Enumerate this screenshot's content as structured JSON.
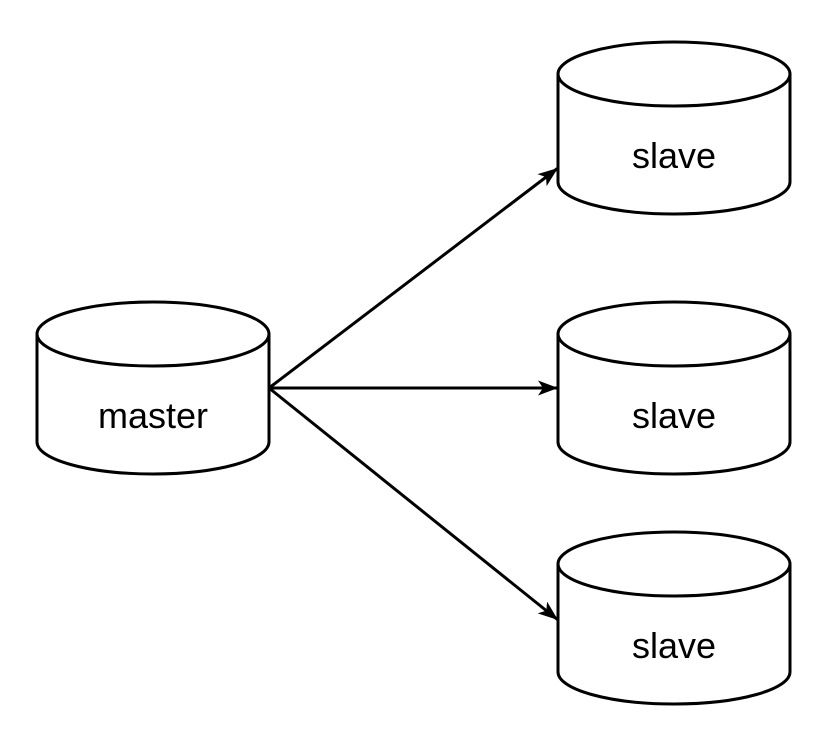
{
  "diagram": {
    "kind": "master-slave-replication",
    "background_color": "#ffffff",
    "stroke_color": "#000000",
    "node_fill_color": "#ffffff",
    "nodes": [
      {
        "id": "master",
        "label": "master",
        "shape": "database-cylinder"
      },
      {
        "id": "slave-1",
        "label": "slave",
        "shape": "database-cylinder"
      },
      {
        "id": "slave-2",
        "label": "slave",
        "shape": "database-cylinder"
      },
      {
        "id": "slave-3",
        "label": "slave",
        "shape": "database-cylinder"
      }
    ],
    "edges": [
      {
        "from": "master",
        "to": "slave-1",
        "style": "solid",
        "arrowhead": "filled-triangle"
      },
      {
        "from": "master",
        "to": "slave-2",
        "style": "solid",
        "arrowhead": "filled-triangle"
      },
      {
        "from": "master",
        "to": "slave-3",
        "style": "solid",
        "arrowhead": "filled-triangle"
      }
    ]
  }
}
